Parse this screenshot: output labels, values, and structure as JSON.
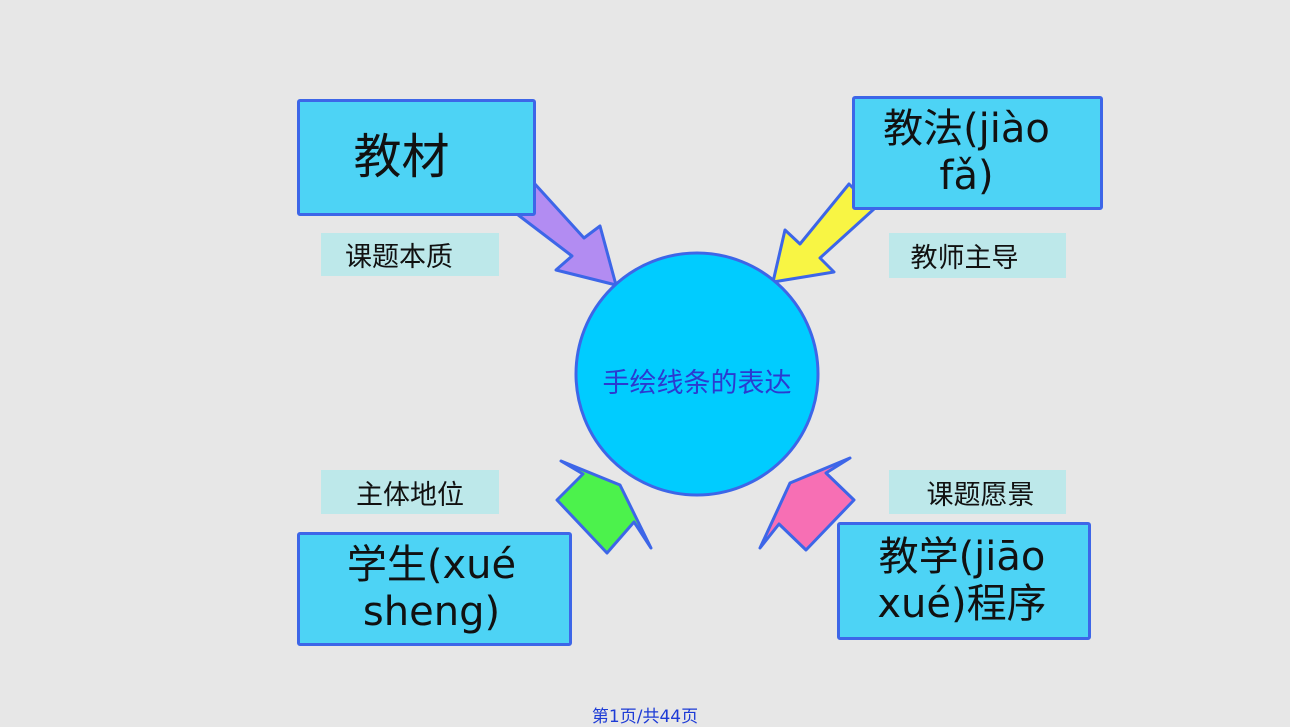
{
  "center": {
    "label": "手绘线条的表达"
  },
  "boxes": {
    "top_left": "教材",
    "top_right": "教法(jiào fǎ)",
    "bottom_left": "学生(xué sheng)",
    "bottom_right": "教学(jiāo xué)程序"
  },
  "tags": {
    "top_left": "课题本质",
    "top_right": "教师主导",
    "bottom_left": "主体地位",
    "bottom_right": "课题愿景"
  },
  "colors": {
    "box_fill": "#4dd3f5",
    "box_border": "#3d66e8",
    "circle_fill": "#00ccff",
    "arrow_top_left": "#b28cf2",
    "arrow_top_right": "#f8f544",
    "arrow_bottom_left": "#4cf24c",
    "arrow_bottom_right": "#f76fb4"
  },
  "footer": {
    "text": "第1页/共44页"
  }
}
